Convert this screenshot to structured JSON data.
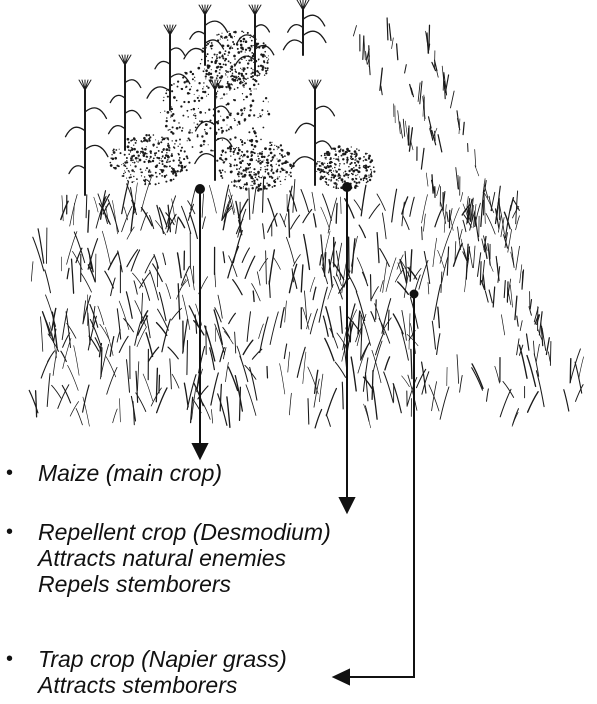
{
  "legend": [
    {
      "title": "Maize (main crop)",
      "details": []
    },
    {
      "title": "Repellent crop (Desmodium)",
      "details": [
        "Attracts natural enemies",
        "Repels stemborers"
      ]
    },
    {
      "title": "Trap crop (Napier grass)",
      "details": [
        "Attracts stemborers"
      ]
    }
  ],
  "colors": {
    "ink": "#111111",
    "background": "#ffffff"
  }
}
